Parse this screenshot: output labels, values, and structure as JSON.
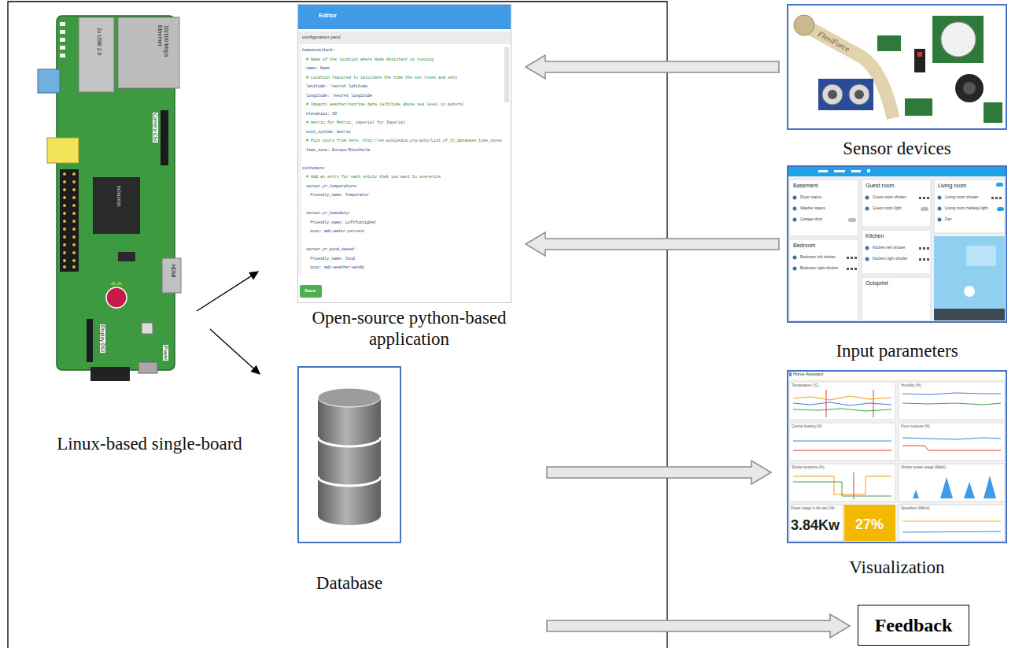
{
  "diagram": {
    "nodes": [
      {
        "text": [
          "Linux-based single-board"
        ]
      },
      {
        "text": [
          "Open-source python-based application"
        ]
      },
      {
        "text": [
          "Database"
        ]
      },
      {
        "text": [
          "Sensor devices"
        ]
      },
      {
        "text": [
          "Input parameters"
        ]
      },
      {
        "text": [
          "Visualization"
        ]
      },
      {
        "text": [
          "Feedback"
        ]
      }
    ],
    "edges": [
      {
        "from": 0,
        "to": 1,
        "arrow": "to"
      },
      {
        "from": 0,
        "to": 2,
        "arrow": "to"
      },
      {
        "from": 3,
        "to": 1,
        "arrow": "to"
      },
      {
        "from": 4,
        "to": 1,
        "arrow": "to"
      },
      {
        "from": 2,
        "to": 5,
        "arrow": "to"
      }
    ],
    "labels": [
      "Editor",
      "configuration.yaml",
      "homeassistant:",
      "# Name of the location where Home Assistant is running",
      "name: Home",
      "# Location required to calculate the time the sun rises and sets",
      "latitude: !secret latitude",
      "longitude: !secret longitude",
      "# Impacts weather/sunrise data (altitude above sea level in meters)",
      "elevation: 33",
      "# metric for Metric, imperial for Imperial",
      "unit_system: metric",
      "# Pick yours from here: http://en.wikipedia.org/wiki/List_of_tz_database_time_zones",
      "time_zone: Europe/Stockholm",
      "customize:",
      "# Add an entry for each entity that you want to overwrite",
      "sensor.yr_temperature:",
      "friendly_name: Temperatur",
      "sensor.yr_humidity:",
      "friendly_name: Luftfuktighet",
      "icon: mdi:water-percent",
      "sensor.yr_wind_speed:",
      "friendly_name: Vind",
      "icon: mdi:weather-windy",
      "Save",
      "Basement",
      "Dryer status",
      "Washer status",
      "Garage door",
      "Bedroom",
      "Bedroom left shutter",
      "Bedroom right shutter",
      "Guest room",
      "Guest room shutter",
      "Guest room light",
      "Kitchen",
      "Kitchen left shutter",
      "Kitchen right shutter",
      "Octoprint",
      "Living room",
      "Living room shutter",
      "Living room hallway light",
      "Fan",
      "Home Assistant",
      "Temperature (°C)",
      "Humidity (%)",
      "Central heating (%)",
      "Floor moisture (%)",
      "Shutter positions (%)",
      "Shutter power usage (Watts)",
      "Power usage in the last 24h",
      "3.84Kw",
      "27%",
      "Speedtest (Mbit/s)",
      "FlexiForce",
      "10/100 Mbps Ethernet",
      "2x USB 2.0",
      "Camera CSI",
      "BCM2835",
      "HDMI",
      "Display DSI",
      "Power"
    ]
  }
}
